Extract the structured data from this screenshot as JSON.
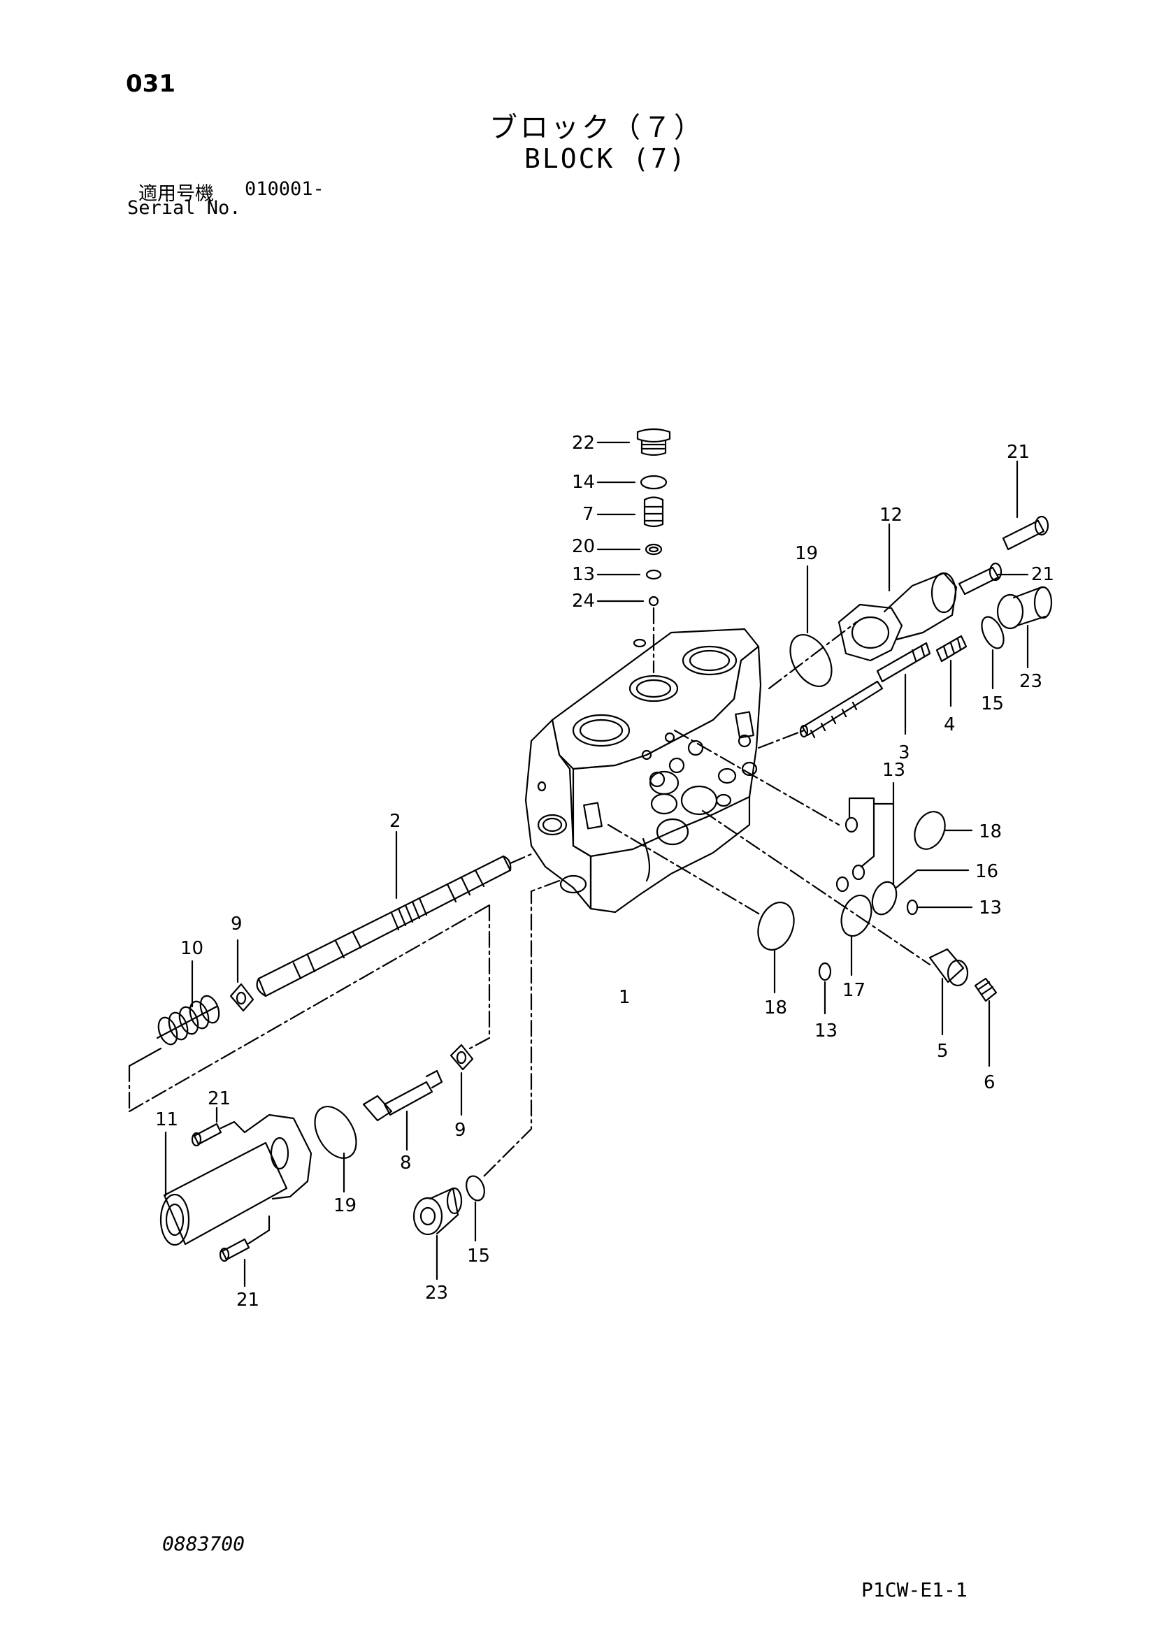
{
  "header": {
    "page_number": "031",
    "title_jp": "ブロック（７）",
    "title_en": "BLOCK (7)"
  },
  "serial": {
    "label_jp": "適用号機",
    "value": "010001-",
    "label_en": "Serial No."
  },
  "footer": {
    "doc_number": "0883700",
    "code": "P1CW-E1-1"
  },
  "callouts": {
    "c1": "1",
    "c2": "2",
    "c3": "3",
    "c4": "4",
    "c5": "5",
    "c6": "6",
    "c7": "7",
    "c8": "8",
    "c9a": "9",
    "c9b": "9",
    "c10": "10",
    "c11": "11",
    "c12": "12",
    "c13a": "13",
    "c13b": "13",
    "c13c": "13",
    "c13d": "13",
    "c14": "14",
    "c15a": "15",
    "c15b": "15",
    "c16": "16",
    "c17": "17",
    "c18a": "18",
    "c18b": "18",
    "c19a": "19",
    "c19b": "19",
    "c20": "20",
    "c21a": "21",
    "c21b": "21",
    "c21c": "21",
    "c21d": "21",
    "c22": "22",
    "c23a": "23",
    "c23b": "23",
    "c24": "24"
  }
}
